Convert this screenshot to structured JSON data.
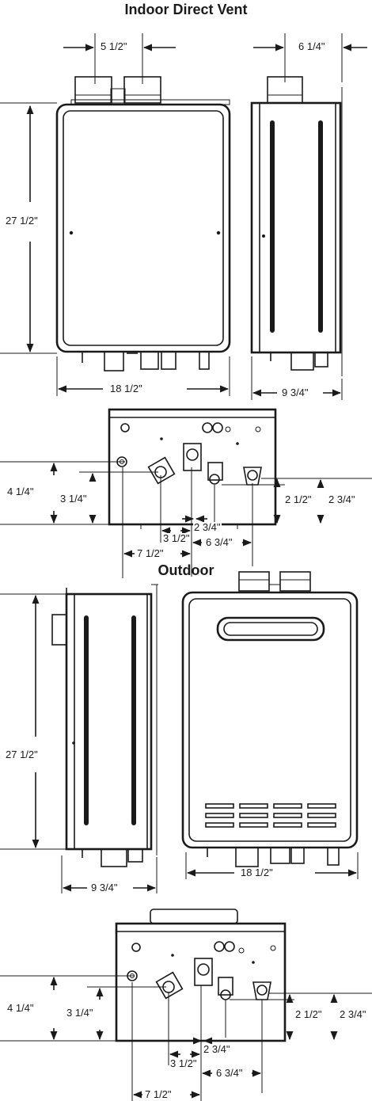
{
  "sections": [
    {
      "title": "Indoor Direct Vent",
      "front": {
        "vent_spacing": "5 1/2\"",
        "height": "27 1/2\"",
        "width": "18 1/2\""
      },
      "side": {
        "vent_offset": "6 1/4\"",
        "depth": "9 3/4\""
      },
      "bottom": {
        "gas_height": "4 1/4\"",
        "water_height": "3 1/4\"",
        "inlet_height": "2 1/2\"",
        "outlet_height": "2 3/4\"",
        "spacing_a": "2 3/4\"",
        "spacing_b": "3 1/2\"",
        "spacing_c": "6 3/4\"",
        "spacing_d": "7 1/2\""
      }
    },
    {
      "title": "Outdoor",
      "side": {
        "height": "27 1/2\"",
        "depth": "9 3/4\""
      },
      "front": {
        "width": "18 1/2\""
      },
      "bottom": {
        "gas_height": "4 1/4\"",
        "water_height": "3 1/4\"",
        "inlet_height": "2 1/2\"",
        "outlet_height": "2 3/4\"",
        "spacing_a": "2 3/4\"",
        "spacing_b": "3 1/2\"",
        "spacing_c": "6 3/4\"",
        "spacing_d": "7 1/2\""
      }
    }
  ]
}
